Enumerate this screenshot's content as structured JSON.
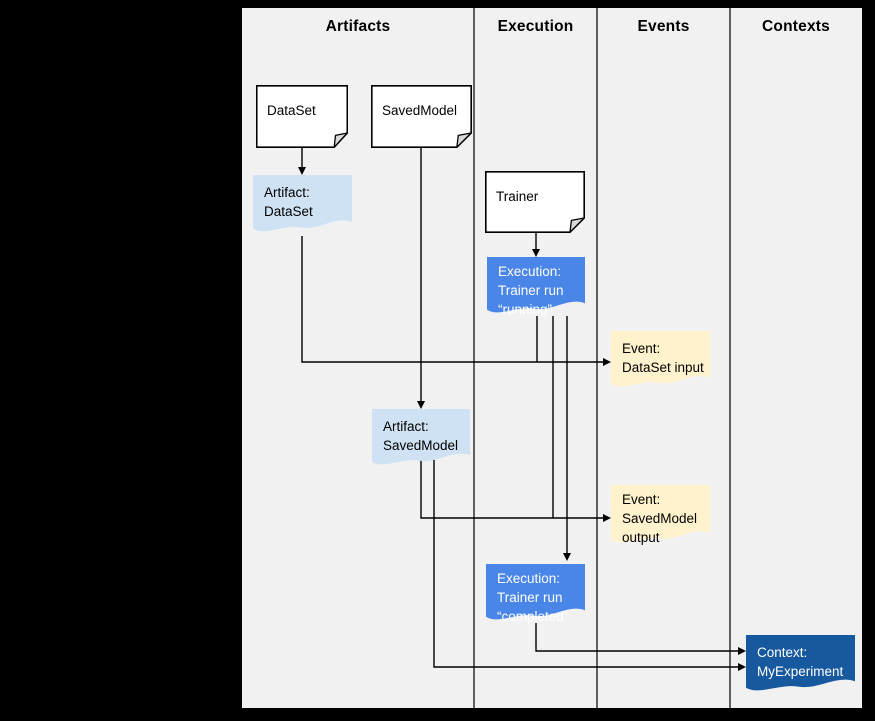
{
  "header": {
    "columns": [
      {
        "label": "Artifacts"
      },
      {
        "label": "Execution"
      },
      {
        "label": "Events"
      },
      {
        "label": "Contexts"
      }
    ]
  },
  "colors": {
    "note_fill": "#ffffff",
    "note_flap": "#d9d9d9",
    "artifact_fill": "#cfe2f3",
    "execution_fill": "#4a86e8",
    "event_fill": "#fff2cc",
    "context_fill": "#17599e",
    "line": "#000000"
  },
  "nodes": {
    "dataset": {
      "label": "DataSet"
    },
    "savedmodel": {
      "label": "SavedModel"
    },
    "trainer": {
      "label": "Trainer"
    },
    "artifact_dataset": {
      "lines": [
        "Artifact:",
        "DataSet"
      ]
    },
    "execution_running": {
      "lines": [
        "Execution:",
        "Trainer run",
        "“running”"
      ]
    },
    "event_dataset_input": {
      "lines": [
        "Event:",
        "DataSet input"
      ]
    },
    "artifact_savedmodel": {
      "lines": [
        "Artifact:",
        "SavedModel"
      ]
    },
    "event_savedmodel_output": {
      "lines": [
        "Event:",
        "SavedModel",
        "output"
      ]
    },
    "execution_completed": {
      "lines": [
        "Execution:",
        "Trainer run",
        "“completed”"
      ]
    },
    "context_myexperiment": {
      "lines": [
        "Context:",
        "MyExperiment"
      ]
    }
  }
}
